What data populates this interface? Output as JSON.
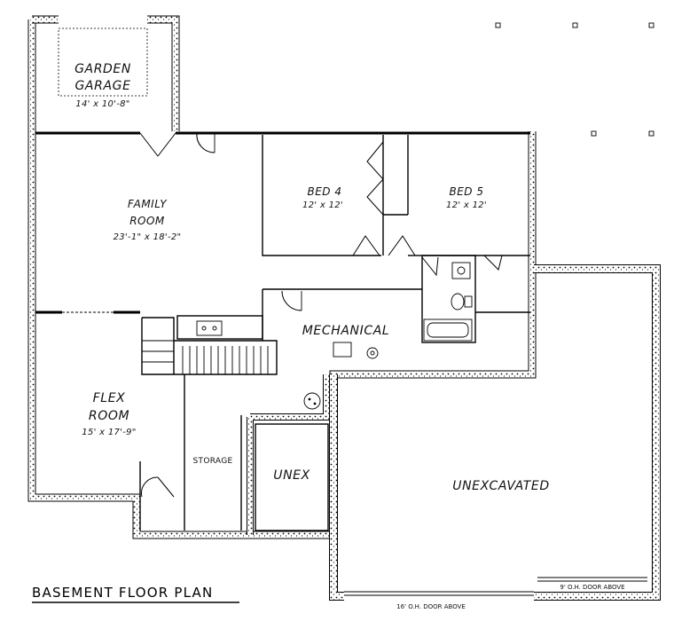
{
  "rooms": {
    "garden_garage": {
      "line1": "GARDEN",
      "line2": "GARAGE",
      "dims": "14' x 10'-8\""
    },
    "family_room": {
      "line1": "FAMILY",
      "line2": "ROOM",
      "dims": "23'-1\" x 18'-2\""
    },
    "bed4": {
      "name": "BED 4",
      "dims": "12' x 12'"
    },
    "bed5": {
      "name": "BED 5",
      "dims": "12' x 12'"
    },
    "mechanical": {
      "name": "MECHANICAL"
    },
    "flex_room": {
      "line1": "FLEX",
      "line2": "ROOM",
      "dims": "15' x 17'-9\""
    },
    "storage": {
      "name": "STORAGE"
    },
    "unex": {
      "name": "UNEX"
    },
    "unexcavated": {
      "name": "UNEXCAVATED"
    }
  },
  "notes": {
    "oh_door_left": "16' O.H. DOOR ABOVE",
    "oh_door_right": "9' O.H. DOOR ABOVE"
  },
  "title": "BASEMENT FLOOR PLAN",
  "colors": {
    "ink": "#000000",
    "background": "#ffffff"
  }
}
